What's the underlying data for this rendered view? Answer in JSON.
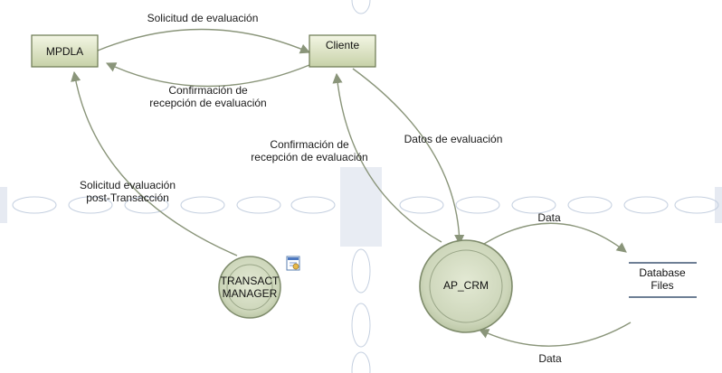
{
  "colors": {
    "box_fill_top": "#f3f6e4",
    "box_fill_bottom": "#c7d1a8",
    "box_stroke": "#6a7750",
    "circle_fill": "#c9d3b4",
    "circle_stroke": "#7e8b6b",
    "arrow": "#8a957a",
    "guide": "#c5d0e0",
    "datastore_line": "#6e7f95"
  },
  "nodes": {
    "mpdla": {
      "label": "MPDLA"
    },
    "cliente": {
      "label": "Cliente"
    },
    "transact": {
      "label_line1": "TRANSACT",
      "label_line2": "MANAGER",
      "badge_icon": "document-gear-icon"
    },
    "ap_crm": {
      "label": "AP_CRM"
    },
    "database": {
      "label_line1": "Database",
      "label_line2": "Files"
    }
  },
  "flows": {
    "solicitud": {
      "text": "Solicitud de evaluación"
    },
    "confirmacion_top": {
      "line1": "Confirmación de",
      "line2": "recepción de evaluación"
    },
    "confirmacion_mid": {
      "line1": "Confirmación de",
      "line2": "recepción de evaluación"
    },
    "datos": {
      "text": "Datos de evaluación"
    },
    "solicitud_post": {
      "line1": "Solicitud evaluación",
      "line2": "post-Transacción"
    },
    "data_top": {
      "text": "Data"
    },
    "data_bottom": {
      "text": "Data"
    }
  }
}
